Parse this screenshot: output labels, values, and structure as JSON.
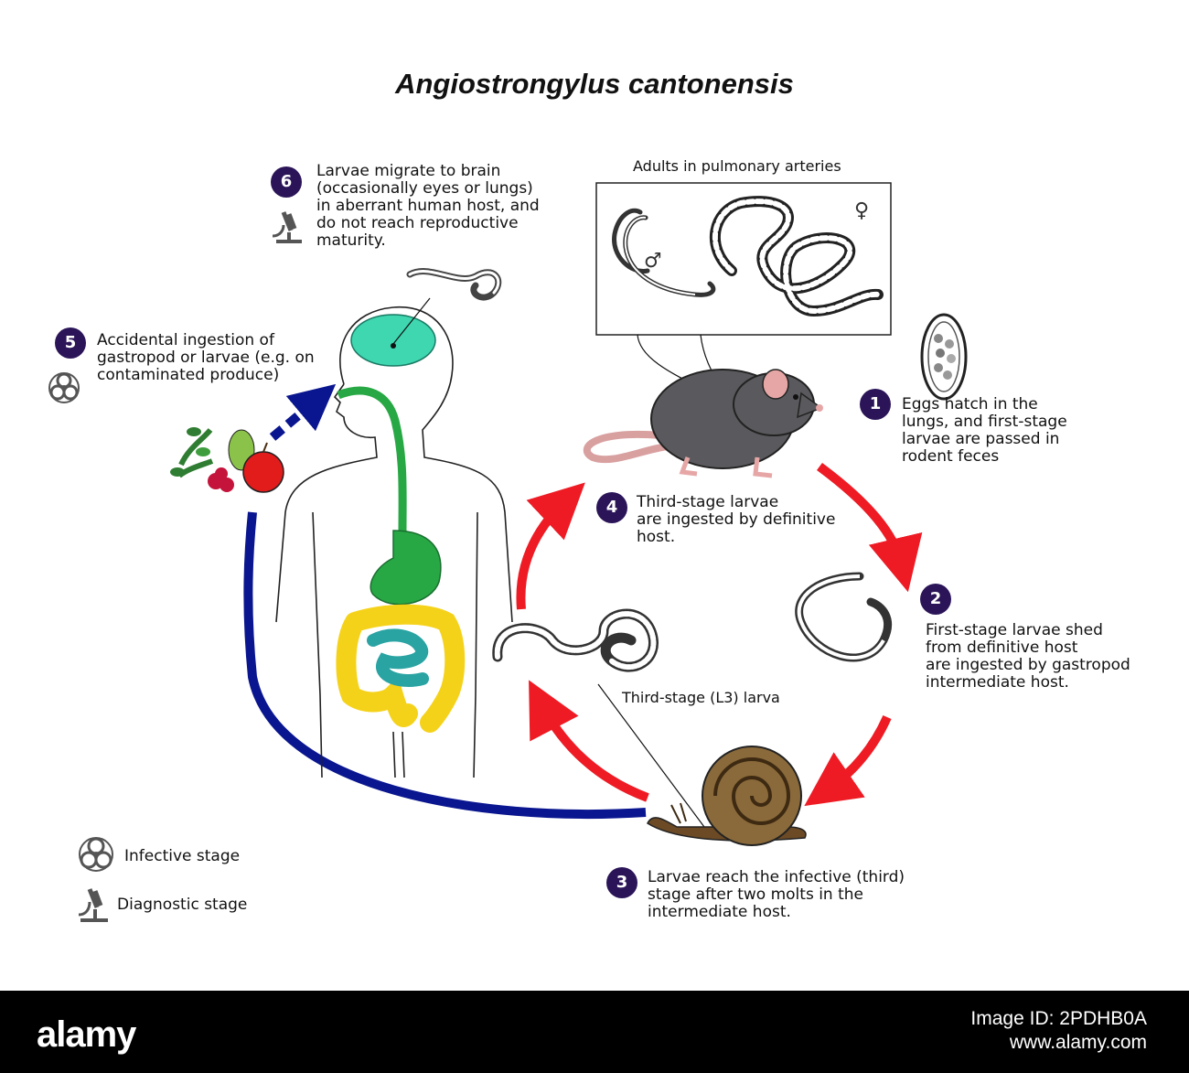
{
  "title": "Angiostrongylus cantonensis",
  "steps": {
    "s1": {
      "num": "1",
      "text": "Eggs hatch in the\nlungs, and first-stage\nlarvae are passed in\nrodent feces"
    },
    "s2": {
      "num": "2",
      "text": "First-stage larvae shed\nfrom definitive host\nare ingested by gastropod\nintermediate host."
    },
    "s3": {
      "num": "3",
      "text": "Larvae reach the infective (third)\nstage after two molts in the\nintermediate host."
    },
    "s4": {
      "num": "4",
      "text": "Third-stage larvae\nare ingested by definitive\nhost."
    },
    "s5": {
      "num": "5",
      "text": "Accidental ingestion of\ngastropod or larvae (e.g. on\ncontaminated produce)"
    },
    "s6": {
      "num": "6",
      "text": "Larvae migrate to brain\n(occasionally eyes or lungs)\nin aberrant human host, and\ndo not reach reproductive\nmaturity."
    }
  },
  "labels": {
    "adults": "Adults in pulmonary arteries",
    "l3": "Third-stage (L3) larva",
    "male_symbol": "♂",
    "female_symbol": "♀"
  },
  "legend": {
    "infective": "Infective stage",
    "diagnostic": "Diagnostic stage"
  },
  "colors": {
    "badge": "#2b1558",
    "red_arrow": "#ee1b24",
    "blue_arrow": "#0a168f",
    "brain": "#3ed7b0",
    "gut": "#27a844",
    "colon": "#f5d21a",
    "small_intestine": "#2aa3a3",
    "rat": "#5a5a5e",
    "snail_shell": "#8a6a3a"
  },
  "icons": [
    "biohazard-icon",
    "microscope-icon"
  ],
  "watermark": {
    "logo": "alamy",
    "image_id": "Image ID: 2PDHB0A",
    "site": "www.alamy.com"
  }
}
